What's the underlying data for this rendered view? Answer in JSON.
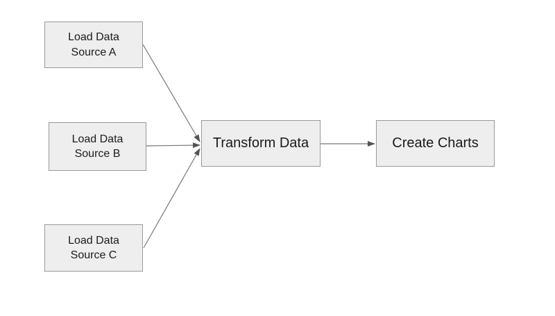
{
  "diagram": {
    "type": "flowchart",
    "direction": "left-to-right",
    "colors": {
      "background": "#ffffff",
      "node_fill": "#eeeeee",
      "node_border": "#999999",
      "edge": "#666666",
      "arrowhead": "#555555",
      "text": "#1a1a1a"
    },
    "nodes": [
      {
        "id": "source-a",
        "label": "Load Data\nSource A"
      },
      {
        "id": "source-b",
        "label": "Load Data\nSource B"
      },
      {
        "id": "source-c",
        "label": "Load Data\nSource C"
      },
      {
        "id": "transform",
        "label": "Transform Data"
      },
      {
        "id": "charts",
        "label": "Create Charts"
      }
    ],
    "edges": [
      {
        "from": "source-a",
        "to": "transform"
      },
      {
        "from": "source-b",
        "to": "transform"
      },
      {
        "from": "source-c",
        "to": "transform"
      },
      {
        "from": "transform",
        "to": "charts"
      }
    ]
  }
}
